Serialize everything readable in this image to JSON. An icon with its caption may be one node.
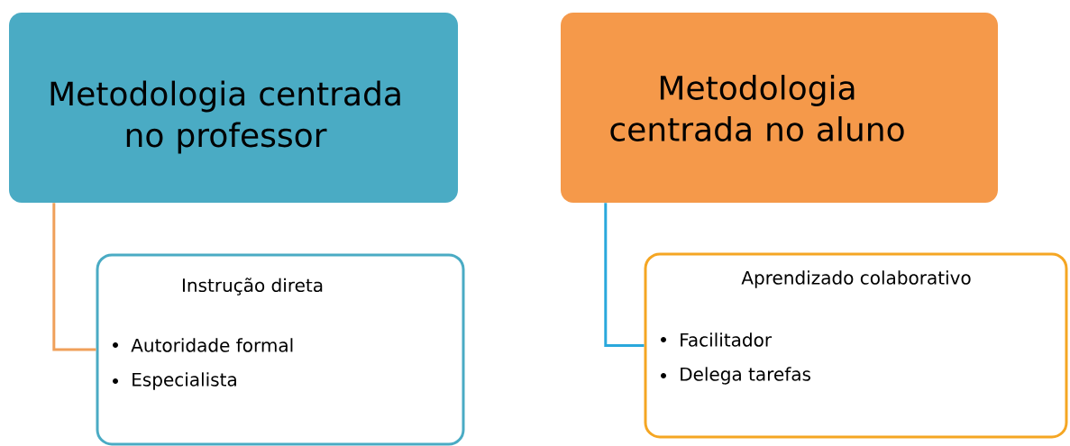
{
  "diagram": {
    "nodes": [
      {
        "text": [
          "Metodologia centrada no professor"
        ]
      },
      {
        "text": [
          "Instrução direta",
          "Autoridade formal",
          "Especialista"
        ]
      },
      {
        "text": [
          "Metodologia centrada no aluno"
        ]
      },
      {
        "text": [
          "Aprendizado colaborativo",
          "Facilitador",
          "Delega tarefas"
        ]
      }
    ],
    "edges": [
      {
        "from": 0,
        "to": 1,
        "arrow": "none",
        "color": "#f0a05a"
      },
      {
        "from": 2,
        "to": 3,
        "arrow": "none",
        "color": "#29a8dc"
      }
    ]
  }
}
